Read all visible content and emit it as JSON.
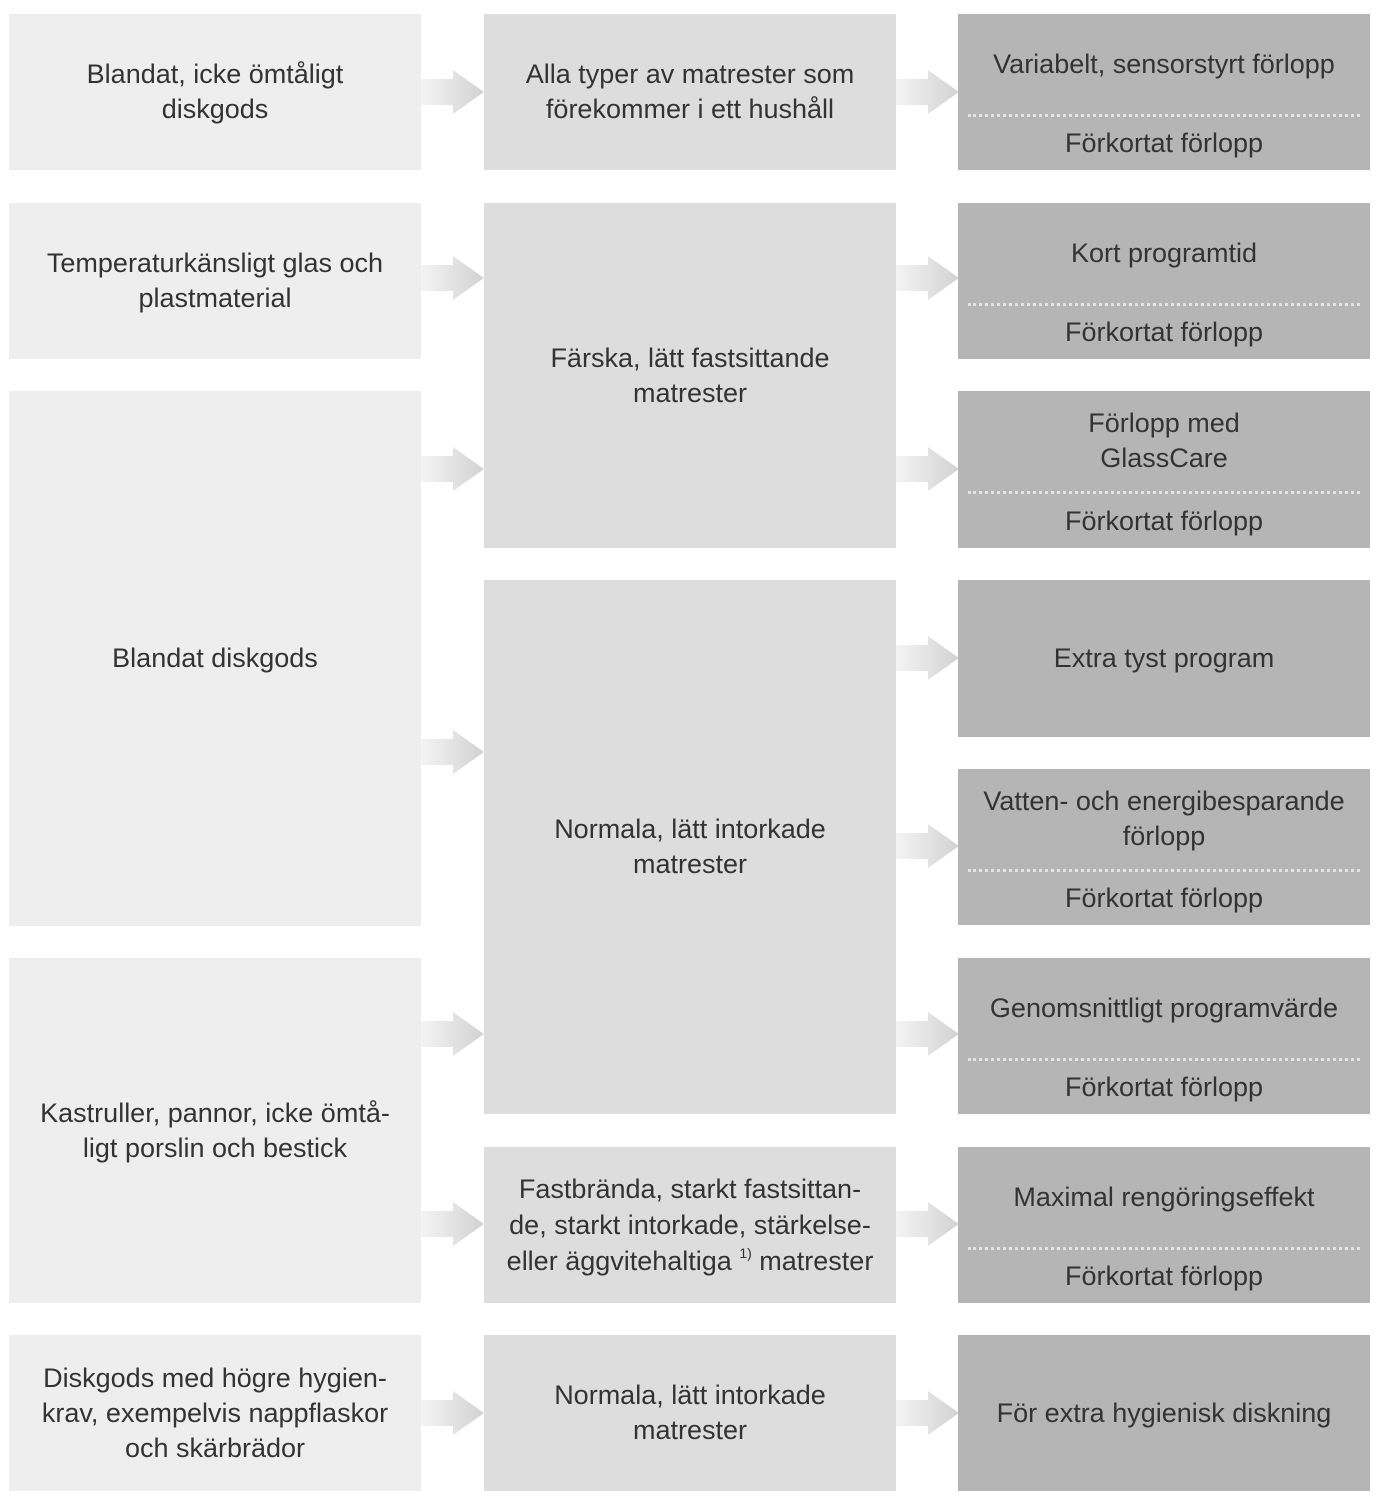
{
  "col1": [
    {
      "id": "blandat-icke-omtaligt",
      "text": "Blandat, icke ömtåligt\ndiskgods"
    },
    {
      "id": "temperaturkansligt",
      "text": "Temperaturkänsligt glas och\nplastmaterial"
    },
    {
      "id": "blandat-diskgods",
      "text": "Blandat diskgods"
    },
    {
      "id": "kastruller",
      "text": "Kastruller, pannor, icke ömtå-\nligt porslin och bestick"
    },
    {
      "id": "hygienkrav",
      "text": "Diskgods med högre hygien-\nkrav, exempelvis nappflaskor\noch skärbrädor"
    }
  ],
  "col2": [
    {
      "id": "alla-typer",
      "text": "Alla typer av matrester som\nförekommer i ett hushåll"
    },
    {
      "id": "farska",
      "text": "Färska, lätt fastsittande\nmatrester"
    },
    {
      "id": "normala",
      "text": "Normala, lätt intorkade\nmatrester"
    },
    {
      "id": "fastbranda",
      "line1": "Fastbrända, starkt fastsittan-",
      "line2": "de, starkt intorkade, stärkelse-",
      "line3_pre": "eller äggvitehaltiga ",
      "footnote": "1)",
      "line3_post": " matrester"
    },
    {
      "id": "normala-hygien",
      "text": "Normala, lätt intorkade\nmatrester"
    }
  ],
  "col3": [
    {
      "id": "variabelt",
      "top": "Variabelt, sensorstyrt förlopp",
      "bottom": "Förkortat förlopp"
    },
    {
      "id": "kort-programtid",
      "top": "Kort programtid",
      "bottom": "Förkortat förlopp"
    },
    {
      "id": "glasscare",
      "top": "Förlopp med\nGlassCare",
      "bottom": "Förkortat förlopp"
    },
    {
      "id": "extra-tyst",
      "top": "Extra tyst program"
    },
    {
      "id": "vatten-energi",
      "top": "Vatten- och energibesparande\nförlopp",
      "bottom": "Förkortat förlopp"
    },
    {
      "id": "genomsnittligt",
      "top": "Genomsnittligt programvärde",
      "bottom": "Förkortat förlopp"
    },
    {
      "id": "maximal",
      "top": "Maximal rengöringseffekt",
      "bottom": "Förkortat förlopp"
    },
    {
      "id": "hygienisk",
      "top": "För extra hygienisk diskning"
    }
  ],
  "colors": {
    "col1": "#eeeeee",
    "col2": "#dddddd",
    "col3": "#b5b5b5",
    "arrow": "#dedede"
  }
}
